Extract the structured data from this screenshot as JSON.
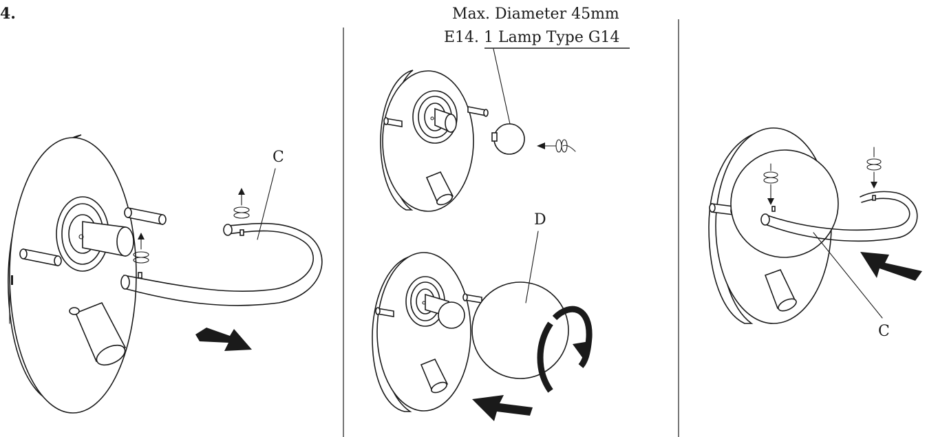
{
  "step": {
    "number": "4."
  },
  "panel_center": {
    "spec_line1": "Max. Diameter 45mm",
    "spec_line2": "E14. 1 Lamp Type G14",
    "part_label": "D"
  },
  "panel_left": {
    "part_label": "C"
  },
  "panel_right": {
    "part_label": "C"
  },
  "colors": {
    "line": "#1a1a1a",
    "background": "#ffffff"
  }
}
